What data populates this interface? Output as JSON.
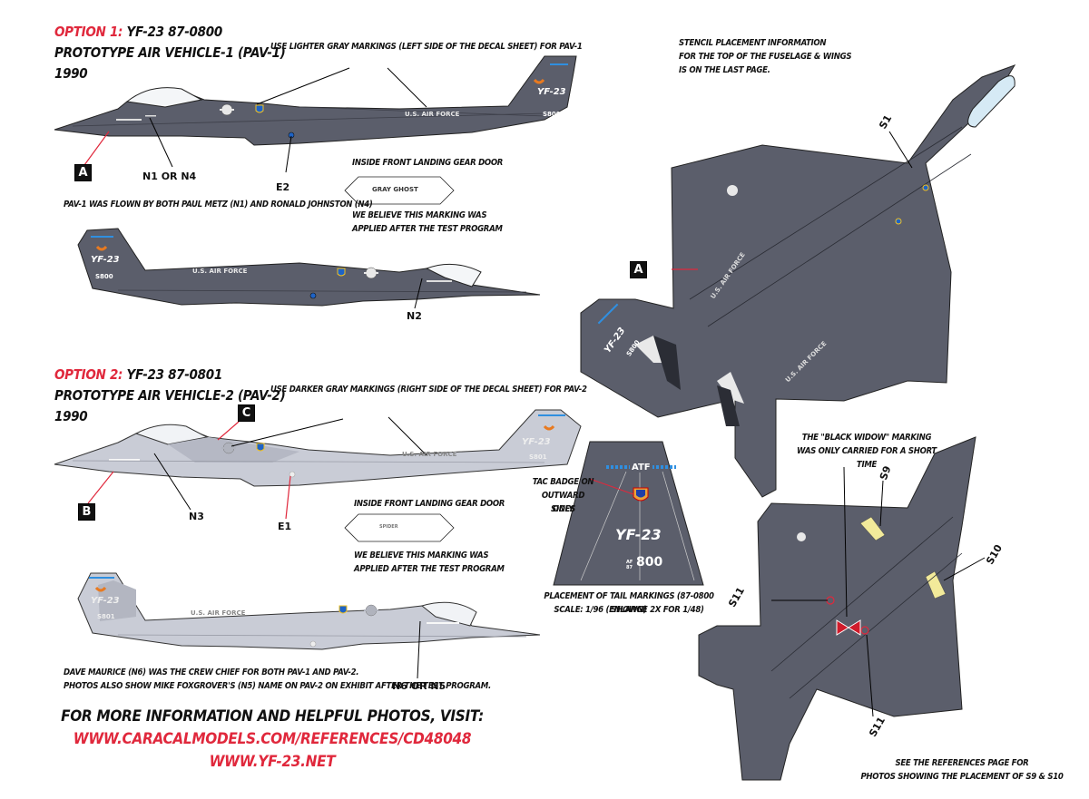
{
  "option1": {
    "prefix": "OPTION 1:",
    "title": "YF-23 87-0800",
    "subtitle": "PROTOTYPE AIR VEHICLE-1 (PAV-1)",
    "year": "1990",
    "markings_note": "USE LIGHTER GRAY MARKINGS (LEFT SIDE OF THE DECAL SHEET) FOR PAV-1",
    "pilot_note": "PAV-1 WAS FLOWN BY BOTH PAUL METZ (N1) AND RONALD JOHNSTON (N4)",
    "gear_door_heading": "INSIDE FRONT LANDING GEAR DOOR",
    "gear_door_text": "GRAY GHOST",
    "gear_door_note_1": "WE BELIEVE THIS MARKING WAS",
    "gear_door_note_2": "APPLIED AFTER THE TEST PROGRAM",
    "callouts": {
      "a": "A",
      "n1n4": "N1 OR N4",
      "e2": "E2",
      "n2": "N2"
    },
    "aircraft_text": {
      "usaf": "U.S. AIR FORCE",
      "type": "YF-23",
      "serial": "S800"
    }
  },
  "option2": {
    "prefix": "OPTION 2:",
    "title": "YF-23 87-0801",
    "subtitle": "PROTOTYPE AIR VEHICLE-2 (PAV-2)",
    "year": "1990",
    "markings_note": "USE DARKER GRAY MARKINGS (RIGHT SIDE OF THE DECAL SHEET) FOR PAV-2",
    "gear_door_heading": "INSIDE FRONT LANDING GEAR DOOR",
    "gear_door_text": "SPIDER",
    "gear_door_note_1": "WE BELIEVE THIS MARKING WAS",
    "gear_door_note_2": "APPLIED AFTER THE TEST PROGRAM",
    "callouts": {
      "b": "B",
      "c": "C",
      "n3": "N3",
      "e1": "E1",
      "n6n5": "N6 OR N5"
    },
    "aircraft_text": {
      "usaf": "U.S. AIR FORCE",
      "type": "YF-23",
      "serial": "S801"
    },
    "crew_note_1": "DAVE MAURICE (N6) WAS THE CREW CHIEF FOR BOTH PAV-1 AND PAV-2.",
    "crew_note_2": "PHOTOS ALSO SHOW MIKE FOXGROVER'S (N5) NAME ON PAV-2 ON EXHIBIT AFTER THE TEST PROGRAM."
  },
  "footer": {
    "heading": "FOR MORE INFORMATION AND HELPFUL PHOTOS, VISIT:",
    "link1": "WWW.CARACALMODELS.COM/REFERENCES/CD48048",
    "link2": "WWW.YF-23.NET"
  },
  "top_view": {
    "stencil_note_1": "STENCIL PLACEMENT INFORMATION",
    "stencil_note_2": "FOR THE TOP OF THE FUSELAGE & WINGS",
    "stencil_note_3": "IS ON THE LAST PAGE.",
    "callout_a": "A",
    "callout_s1": "S1",
    "usaf": "U.S. AIR FORCE",
    "type": "YF-23",
    "serial": "S800"
  },
  "tail_detail": {
    "badge_note_1": "TAC BADGE ON",
    "badge_note_2": "OUTWARD SIDES",
    "badge_note_3": "ONLY",
    "atf": "ATF",
    "type": "YF-23",
    "af_prefix": "AF 87",
    "serial": "800",
    "caption_1": "PLACEMENT OF TAIL MARKINGS (87-0800 SHOWN)",
    "caption_2": "SCALE: 1/96  (ENLARGE 2X FOR 1/48)"
  },
  "bottom_view": {
    "widow_note_1": "THE \"BLACK WIDOW\" MARKING",
    "widow_note_2": "WAS ONLY CARRIED FOR A SHORT TIME",
    "callouts": {
      "s9": "S9",
      "s10": "S10",
      "s11a": "S11",
      "s11b": "S11"
    },
    "ref_note_1": "SEE THE REFERENCES PAGE FOR",
    "ref_note_2": "PHOTOS SHOWING THE PLACEMENT OF S9 & S10"
  },
  "colors": {
    "accent_red": "#e0283c",
    "dark_gray": "#5b5e6b",
    "light_gray": "#c9ccd6",
    "yellow_patch": "#f2ea9a",
    "atf_blue": "#2f8fe0"
  }
}
